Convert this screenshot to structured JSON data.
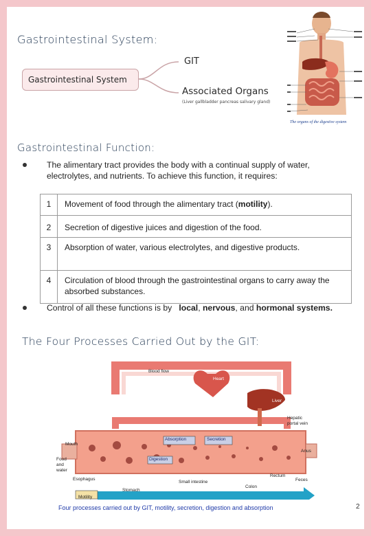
{
  "page_number": "2",
  "section1": {
    "heading": "Gastrointestinal System:",
    "mindmap": {
      "root": "Gastrointestinal System",
      "branch1": "GIT",
      "branch2": "Associated Organs",
      "branch2_note": "(Liver gallbladder pancreas salivary gland)"
    },
    "figure_caption": "The organs of the digestive system"
  },
  "section2": {
    "heading": "Gastrointestinal Function:",
    "bullet1": "The alimentary tract provides the body with a continual supply of water, electrolytes, and nutrients. To achieve this function, it requires:",
    "rows": [
      {
        "num": "1",
        "pre": "Movement of food through the alimentary tract (",
        "bold": "motility",
        "post": ")."
      },
      {
        "num": "2",
        "pre": "Secretion of digestive juices and digestion of the food.",
        "bold": "",
        "post": ""
      },
      {
        "num": "3",
        "pre": "Absorption of water, various electrolytes, and digestive products.",
        "bold": "",
        "post": ""
      },
      {
        "num": "4",
        "pre": "Circulation of blood through the gastrointestinal organs to carry away the absorbed substances.",
        "bold": "",
        "post": ""
      }
    ],
    "bullet2": {
      "pre": "Control of all these functions is by",
      "b1": "local",
      "sep1": ",",
      "b2": "nervous",
      "sep2": ", and",
      "b3": "hormonal systems."
    }
  },
  "section3": {
    "heading": "The Four Processes Carried Out by the GIT:",
    "diagram_labels": {
      "blood_flow": "Blood flow",
      "heart": "Heart",
      "liver": "Liver",
      "hepatic_portal_vein": "Hepatic portal vein",
      "absorption": "Absorption",
      "secretion": "Secretion",
      "digestion": "Digestion",
      "mouth": "Mouth",
      "food_and_water": "Food and water",
      "esophagus": "Esophagus",
      "stomach": "Stomach",
      "small_intestine": "Small intestine",
      "colon": "Colon",
      "anus": "Anus",
      "rectum": "Rectum",
      "feces": "Feces",
      "motility": "Motility"
    },
    "caption": "Four processes carried out by GIT, motility, secretion, digestion and absorption"
  }
}
